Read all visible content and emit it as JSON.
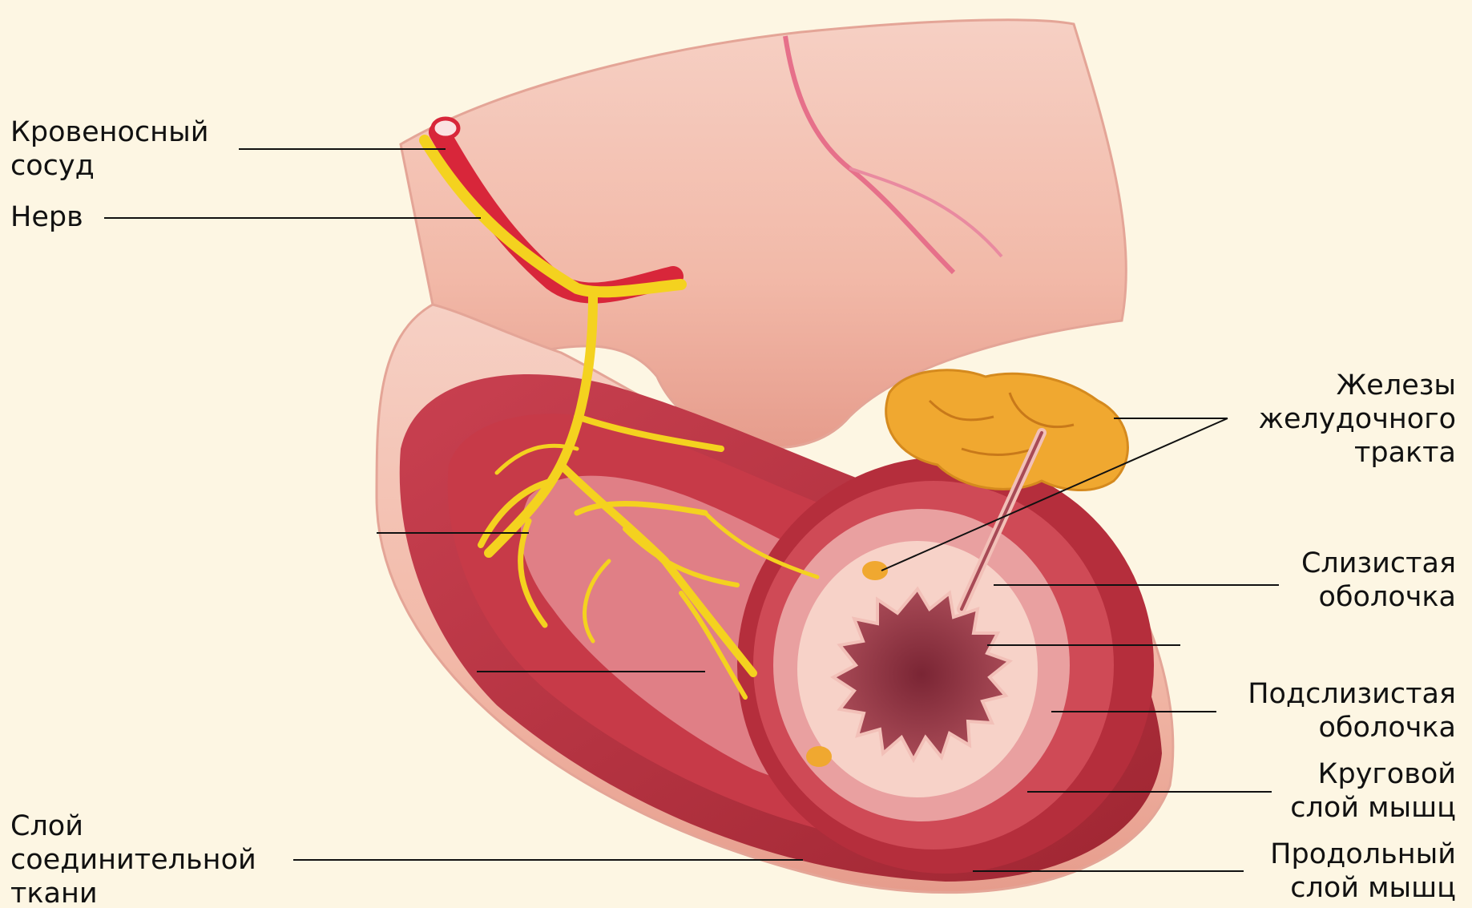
{
  "labels": {
    "blood_vessel": [
      "Кровеносный",
      "сосуд"
    ],
    "nerve": [
      "Нерв"
    ],
    "glands": [
      "Железы",
      "желудочного",
      "тракта"
    ],
    "mucosa": [
      "Слизистая",
      "оболочка"
    ],
    "submucosa": [
      "Подслизистая",
      "оболочка"
    ],
    "circular_muscle": [
      "Круговой",
      "слой мышц"
    ],
    "longitudinal_muscle": [
      "Продольный",
      "слой мышц"
    ],
    "connective_tissue": [
      "Слой",
      "соединительной",
      "ткани"
    ]
  },
  "colors": {
    "background": "#fdf6e3",
    "muscle": "#b8303a",
    "mucosa": "#f4b8b0",
    "lumen": "#8a2f3c",
    "nerve": "#f4d21f",
    "vessel": "#d8263a",
    "gland": "#f0a830",
    "connective": "#f3c1ad"
  }
}
